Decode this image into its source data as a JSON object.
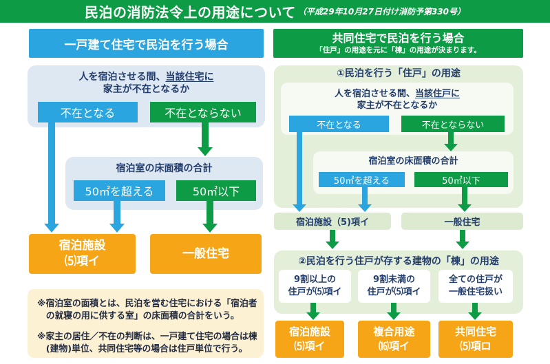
{
  "title": {
    "main": "民泊の消防法令上の用途について",
    "reference": "（平成29年10月27日付け消防予第330号）"
  },
  "colors": {
    "green": "#0d9b45",
    "blue": "#2aa5df",
    "orange": "#f5a516",
    "light_blue": "#dee8f2",
    "light_green": "#e4efda",
    "inner_panel": "#f7faf3",
    "label_green": "#dcebd0",
    "cream": "#fdf1d3",
    "text": "#233d6c",
    "note_text": "#222b40"
  },
  "detached": {
    "header": "一戸建て住宅で民泊を行う場合",
    "question": {
      "prefix": "人を宿泊させる間、",
      "underlined": "当該住宅に",
      "line2": "家主が不在となるか"
    },
    "absent": "不在となる",
    "present": "不在とならない",
    "area_question": "宿泊室の床面積の合計",
    "over_50": "50㎡を超える",
    "under_50": "50㎡以下",
    "results": [
      {
        "line1": "宿泊施設",
        "line2": "⑸項イ"
      },
      {
        "line1": "一般住宅"
      }
    ],
    "notes": [
      "※宿泊室の面積とは、民泊を営む住宅における「宿泊者の就寝の用に供する室」の床面積の合計をいう。",
      "※家主の居住／不在の判断は、一戸建て住宅の場合は棟(建物)単位、共同住宅等の場合は住戸単位で行う。"
    ]
  },
  "apartment": {
    "header": "共同住宅で民泊を行う場合",
    "subheader": "「住戸」の用途を元に「棟」の用途が決まります。",
    "unit_section": {
      "title": "①民泊を行う「住戸」の用途",
      "question": {
        "prefix": "人を宿泊させる間、",
        "underlined": "当該住戸に",
        "line2": "家主が不在となるか"
      },
      "absent": "不在となる",
      "present": "不在とならない",
      "area_question": "宿泊室の床面積の合計",
      "over_50": "50㎡を超える",
      "under_50": "50㎡以下"
    },
    "unit_results": [
      "宿泊施設（5)項イ",
      "一般住宅"
    ],
    "building_section": {
      "title": "②民泊を行う住戸が存する建物の「棟」の用途",
      "conditions": [
        {
          "line1": "9割以上の",
          "line2": "住戸が⑸項イ"
        },
        {
          "line1": "9割未満の",
          "line2": "住戸が⑸項イ"
        },
        {
          "line1": "全ての住戸が",
          "line2": "一般住宅扱い"
        }
      ]
    },
    "building_results": [
      {
        "line1": "宿泊施設",
        "line2": "⑸項イ"
      },
      {
        "line1": "複合用途",
        "line2": "⒃項イ"
      },
      {
        "line1": "共同住宅",
        "line2": "⑸項ロ"
      }
    ]
  }
}
